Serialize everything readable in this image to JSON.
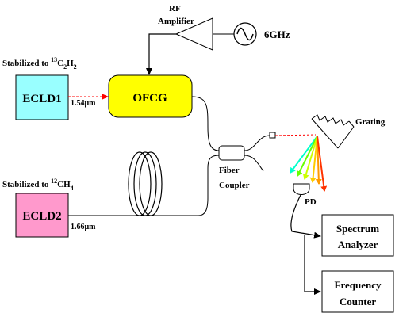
{
  "rf": {
    "line1": "RF",
    "line2": "Amplifier"
  },
  "oscillator": {
    "freq": "6GHz"
  },
  "laser1": {
    "label": "ECLD1",
    "color": "#99ffff",
    "stab_prefix": "Stabilized to ",
    "stab_sup": "13",
    "stab_c": "C",
    "stab_sub_c": "2",
    "stab_h": "H",
    "stab_sub_h": "2",
    "wavelength": "1.54μm"
  },
  "laser2": {
    "label": "ECLD2",
    "color": "#ff99cc",
    "stab_prefix": "Stabilized to ",
    "stab_sup": "12",
    "stab_ch": "CH",
    "stab_sub": "4",
    "wavelength": "1.66μm"
  },
  "ofcg": {
    "label": "OFCG",
    "color": "#ffff00"
  },
  "coupler": {
    "line1": "Fiber",
    "line2": "Coupler"
  },
  "grating": {
    "label": "Grating"
  },
  "detector": {
    "label": "PD"
  },
  "spectrum": {
    "line1": "Spectrum",
    "line2": "Analyzer"
  },
  "counter": {
    "line1": "Frequency",
    "line2": "Counter"
  },
  "beam_colors": [
    "#00ffcc",
    "#66ff00",
    "#ccff00",
    "#ffcc00",
    "#ff9900",
    "#ff3300"
  ]
}
